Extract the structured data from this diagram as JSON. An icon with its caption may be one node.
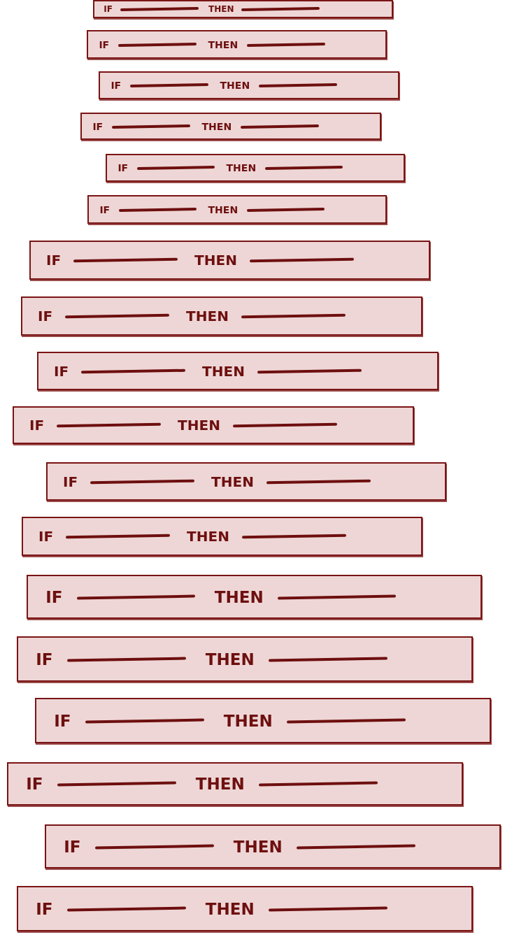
{
  "diagram": {
    "nodes": [
      {
        "text": [
          "IF",
          "THEN"
        ]
      },
      {
        "text": [
          "IF",
          "THEN"
        ]
      },
      {
        "text": [
          "IF",
          "THEN"
        ]
      },
      {
        "text": [
          "IF",
          "THEN"
        ]
      },
      {
        "text": [
          "IF",
          "THEN"
        ]
      },
      {
        "text": [
          "IF",
          "THEN"
        ]
      },
      {
        "text": [
          "IF",
          "THEN"
        ]
      },
      {
        "text": [
          "IF",
          "THEN"
        ]
      },
      {
        "text": [
          "IF",
          "THEN"
        ]
      },
      {
        "text": [
          "IF",
          "THEN"
        ]
      },
      {
        "text": [
          "IF",
          "THEN"
        ]
      },
      {
        "text": [
          "IF",
          "THEN"
        ]
      },
      {
        "text": [
          "IF",
          "THEN"
        ]
      },
      {
        "text": [
          "IF",
          "THEN"
        ]
      },
      {
        "text": [
          "IF",
          "THEN"
        ]
      },
      {
        "text": [
          "IF",
          "THEN"
        ]
      },
      {
        "text": [
          "IF",
          "THEN"
        ]
      },
      {
        "text": [
          "IF",
          "THEN"
        ]
      }
    ]
  }
}
